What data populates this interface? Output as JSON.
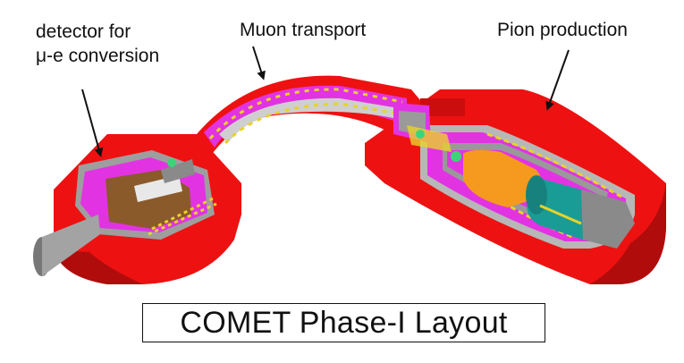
{
  "labels": {
    "detector_line1": "detector for",
    "detector_line2": "μ-e conversion",
    "muon": "Muon transport",
    "pion": "Pion production"
  },
  "title": "COMET Phase-I Layout",
  "colors": {
    "shield_red": "#ee1111",
    "shield_dark": "#b00c0c",
    "magenta": "#e233e2",
    "gray": "#8a8a8a",
    "yellow_coil": "#e8d22a",
    "target_orange": "#f59a1e",
    "teal": "#1a9c96",
    "brown": "#8b5a2b"
  }
}
